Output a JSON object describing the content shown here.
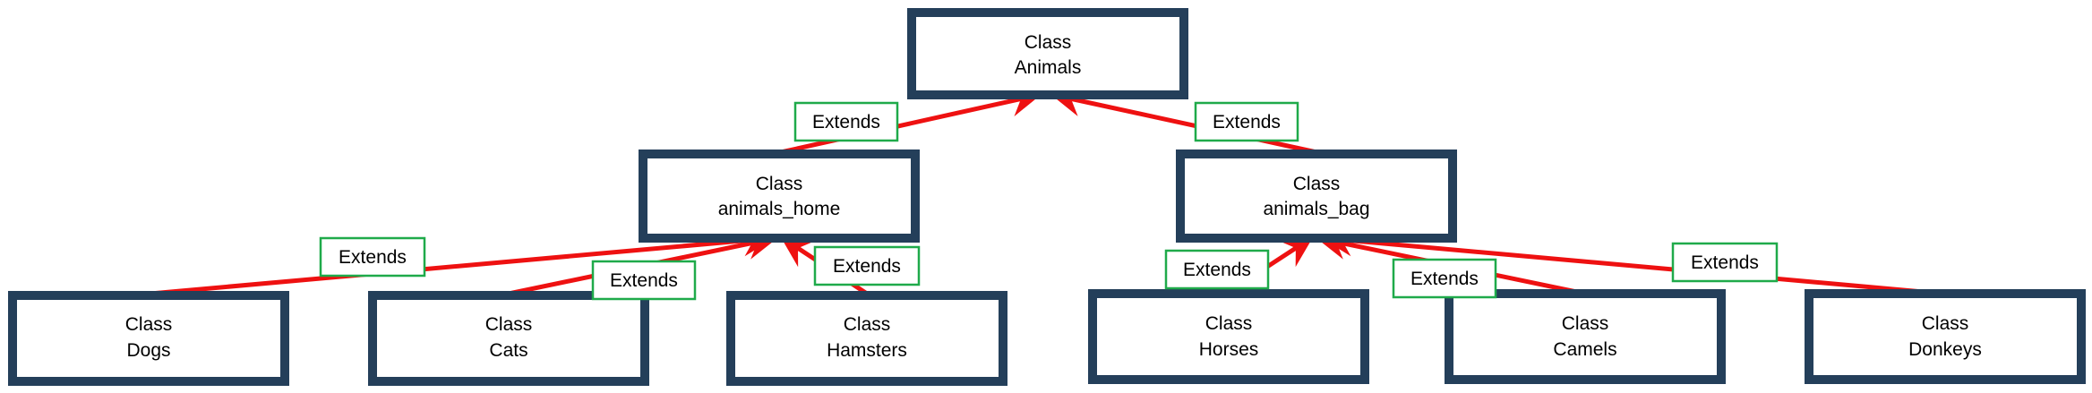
{
  "diagram": {
    "colors": {
      "class_border": "#243f5a",
      "arrow": "#ee1111",
      "label_border": "#1faa4a"
    },
    "classes": [
      {
        "id": "animals",
        "line1": "Class",
        "line2": "Animals"
      },
      {
        "id": "animals_home",
        "line1": "Class",
        "line2": "animals_home"
      },
      {
        "id": "animals_bag",
        "line1": "Class",
        "line2": "animals_bag"
      },
      {
        "id": "dogs",
        "line1": "Class",
        "line2": "Dogs"
      },
      {
        "id": "cats",
        "line1": "Class",
        "line2": "Cats"
      },
      {
        "id": "hamsters",
        "line1": "Class",
        "line2": "Hamsters"
      },
      {
        "id": "horses",
        "line1": "Class",
        "line2": "Horses"
      },
      {
        "id": "camels",
        "line1": "Class",
        "line2": "Camels"
      },
      {
        "id": "donkeys",
        "line1": "Class",
        "line2": "Donkeys"
      }
    ],
    "relations": [
      {
        "from": "animals_home",
        "to": "animals",
        "label": "Extends"
      },
      {
        "from": "animals_bag",
        "to": "animals",
        "label": "Extends"
      },
      {
        "from": "dogs",
        "to": "animals_home",
        "label": "Extends"
      },
      {
        "from": "cats",
        "to": "animals_home",
        "label": "Extends"
      },
      {
        "from": "hamsters",
        "to": "animals_home",
        "label": "Extends"
      },
      {
        "from": "horses",
        "to": "animals_bag",
        "label": "Extends"
      },
      {
        "from": "camels",
        "to": "animals_bag",
        "label": "Extends"
      },
      {
        "from": "donkeys",
        "to": "animals_bag",
        "label": "Extends"
      }
    ]
  }
}
